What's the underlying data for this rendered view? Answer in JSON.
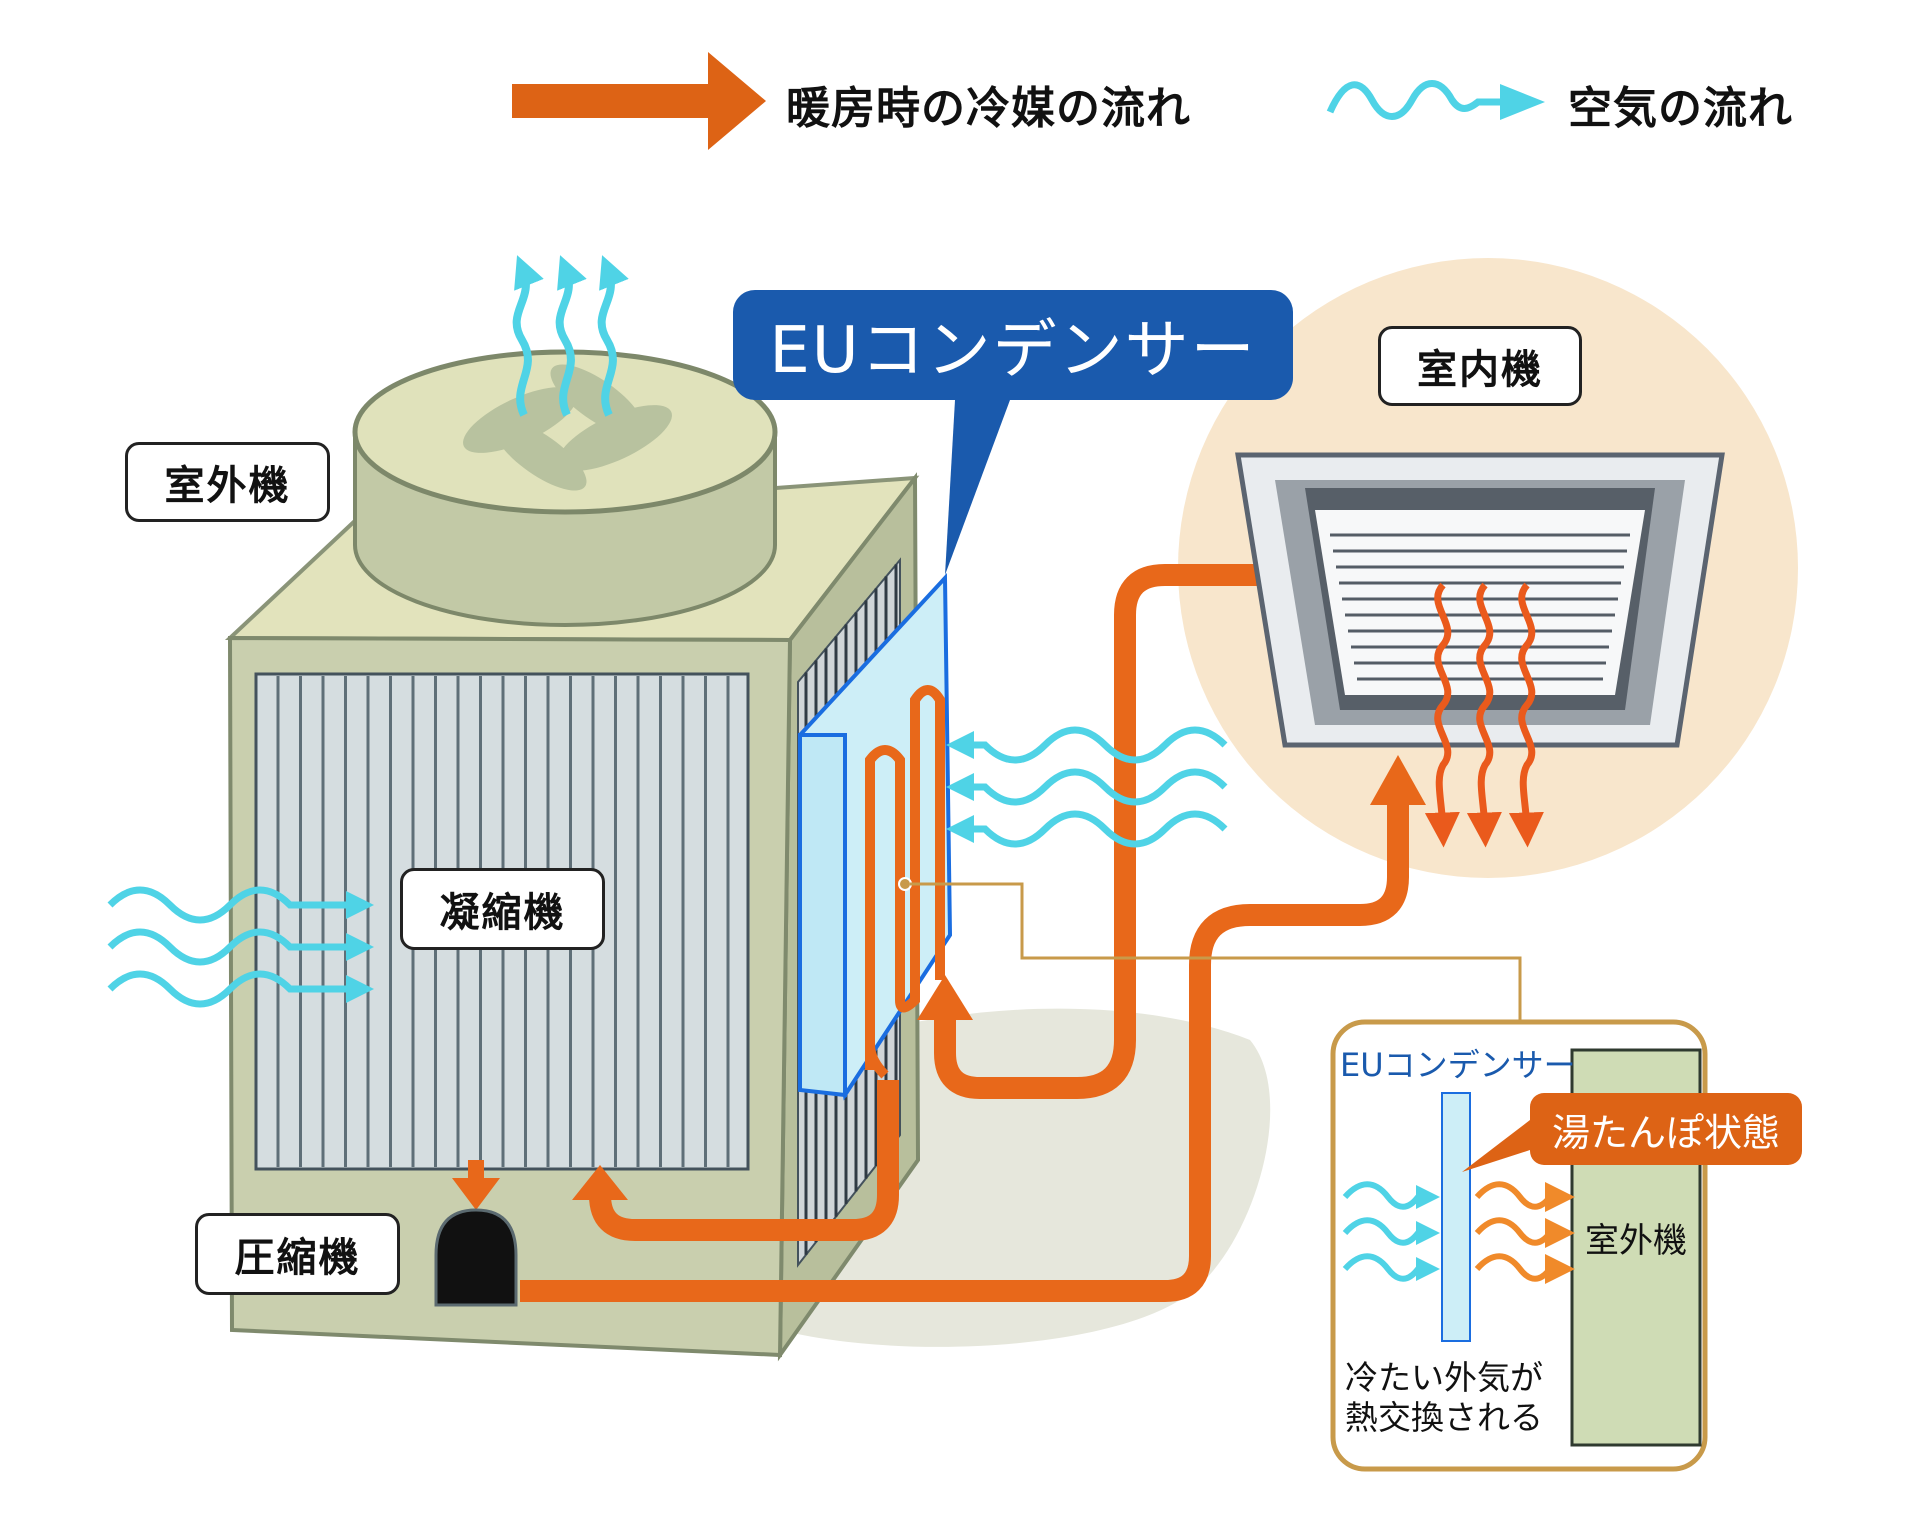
{
  "legend": {
    "refrigerant_flow_label": "暖房時の冷媒の流れ",
    "air_flow_label": "空気の流れ",
    "refrigerant_flow_icon": "orange-arrow-icon",
    "air_flow_icon": "wavy-cyan-arrow-icon"
  },
  "labels": {
    "outdoor_unit": "室外機",
    "condenser": "凝縮機",
    "compressor": "圧縮機",
    "indoor_unit": "室内機",
    "eu_condenser": "EUコンデンサー"
  },
  "inset": {
    "title": "EUコンデンサー",
    "callout": "湯たんぽ状態",
    "unit_label": "室外機",
    "caption_line1": "冷たい外気が",
    "caption_line2": "熱交換される"
  },
  "colors": {
    "refrigerant": "#e8681a",
    "air": "#4fd3e6",
    "eu_blue": "#1a5aad",
    "unit_body": "#c9cfae",
    "indoor_circle": "#f8e6cc",
    "inset_border": "#c89a4a"
  }
}
